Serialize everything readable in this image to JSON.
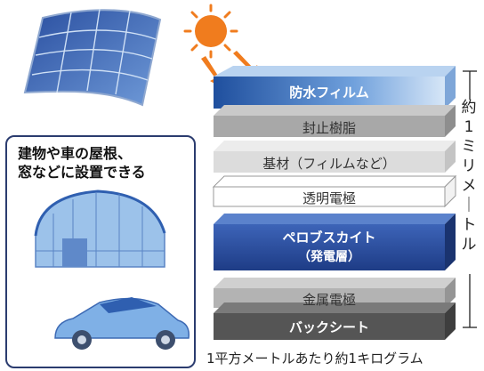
{
  "layers": [
    {
      "label": "防水フィルム"
    },
    {
      "label": "封止樹脂"
    },
    {
      "label": "基材（フィルムなど）"
    },
    {
      "label": "透明電極"
    },
    {
      "label": "ペロブスカイト"
    },
    {
      "label": "金属電極"
    },
    {
      "label": "バックシート"
    }
  ],
  "perovskite_sub": "（発電層）",
  "side_text": "約1ミリメートル",
  "install_text": "建物や車の屋根、\n窓などに設置できる",
  "bottom_caption": "1平方メートルあたり約1キログラム",
  "colors": {
    "navy": "#243a7a",
    "blue": "#2f5fb0",
    "gray": "#a9a9a9",
    "dark_gray": "#5d5d5d",
    "sun": "#f07c1e"
  }
}
